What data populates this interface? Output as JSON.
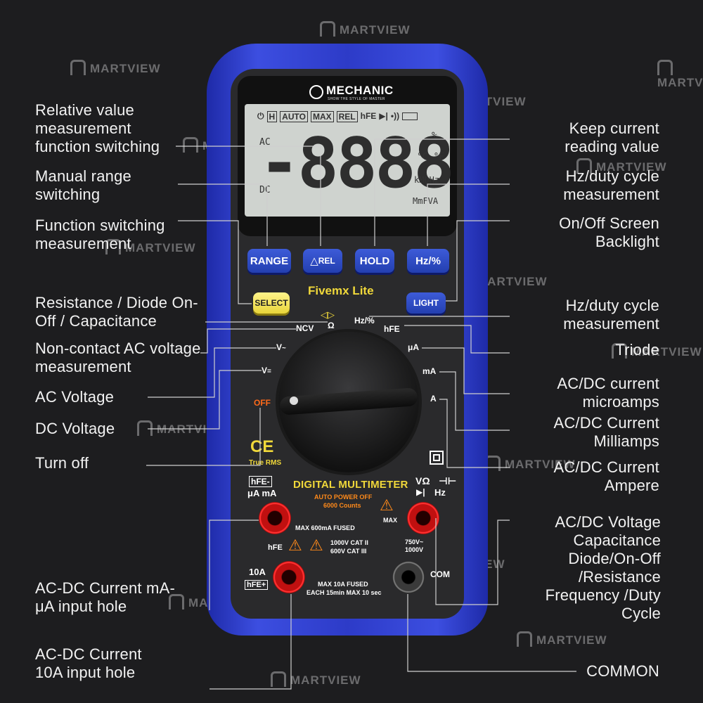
{
  "watermark": "MARTVIEW",
  "device": {
    "brand": "MECHANIC",
    "tagline": "SHOW THE STYLE OF MASTER",
    "model": "Fivemx Lite",
    "digits": "-8888",
    "lcd": {
      "top_icons": [
        "H",
        "AUTO",
        "MAX",
        "REL",
        "hFE"
      ],
      "ac": "AC",
      "dc": "DC",
      "percent": "%",
      "temp": "°C °F",
      "freq": "kMOHz",
      "units": "MmFVA"
    },
    "buttons": {
      "range": "RANGE",
      "rel": "REL",
      "hold": "HOLD",
      "hz": "Hz/%",
      "select": "SELECT",
      "light": "LIGHT"
    },
    "dial": {
      "ohm": "Ω",
      "ncv": "NCV",
      "hz": "Hz/%",
      "hfe": "hFE",
      "v_ac": "V",
      "v_dc": "V",
      "ua": "μA",
      "ma": "mA",
      "a": "A",
      "off": "OFF"
    },
    "ce": "CE",
    "true_rms": "True RMS",
    "panel_title": "DIGITAL MULTIMETER",
    "auto_power_off": "AUTO POWER OFF",
    "counts": "6000 Counts",
    "jack_labels": {
      "hfe_minus": "hFE-",
      "uama": "μA mA",
      "max600": "MAX 600mA FUSED",
      "hfe": "hFE",
      "cat1": "1000V CAT II",
      "cat2": "600V CAT III",
      "max": "MAX",
      "v_rating1": "750V~",
      "v_rating2": "1000V",
      "ten_a": "10A",
      "hfe_plus": "hFE+",
      "max10": "MAX 10A FUSED",
      "each": "EACH 15min MAX 10 sec",
      "com": "COM",
      "vohm": "VΩ",
      "hz": "Hz"
    }
  },
  "labels": {
    "left": [
      "Relative value measurement function switching",
      "Manual range switching",
      "Function switching measurement",
      "Resistance / Diode On-Off / Capacitance",
      "Non-contact AC voltage measurement",
      "AC Voltage",
      "DC Voltage",
      "Turn off",
      "AC-DC Current mA-μA input hole",
      "AC-DC Current 10A input hole"
    ],
    "right": [
      "Keep current reading value",
      "Hz/duty cycle measurement",
      "On/Off Screen Backlight",
      "Hz/duty cycle measurement",
      "Triode",
      "AC/DC current microamps",
      "AC/DC Current Milliamps",
      "AC/DC Current Ampere",
      "AC/DC Voltage Capacitance Diode/On-Off /Resistance Frequency /Duty Cycle",
      "COMMON"
    ]
  }
}
